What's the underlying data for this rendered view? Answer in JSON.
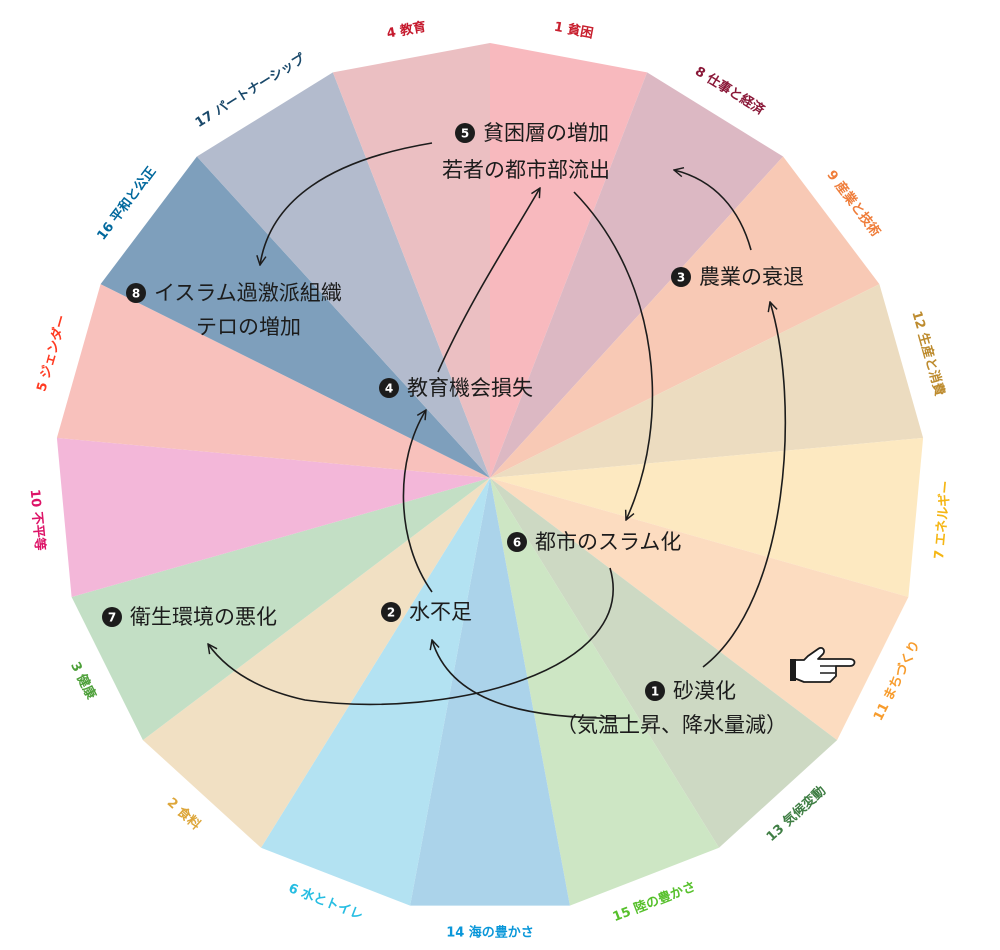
{
  "segments": [
    {
      "label": "1 貧困",
      "color": "#f8b9be",
      "text_color": "#c8202f"
    },
    {
      "label": "8 仕事と経済",
      "color": "#dcb8c3",
      "text_color": "#8a1838"
    },
    {
      "label": "9 産業と技術",
      "color": "#f8c9b5",
      "text_color": "#ef7d3a"
    },
    {
      "label": "12 生産と消費",
      "color": "#ecdcc0",
      "text_color": "#bd8b2e"
    },
    {
      "label": "7 エネルギー",
      "color": "#fde9c1",
      "text_color": "#f5b614"
    },
    {
      "label": "11 まちづくり",
      "color": "#fcdcc0",
      "text_color": "#f79c2d"
    },
    {
      "label": "13 気候変動",
      "color": "#cdd9c3",
      "text_color": "#3f7e44"
    },
    {
      "label": "15 陸の豊かさ",
      "color": "#cde6c4",
      "text_color": "#56c02b"
    },
    {
      "label": "14 海の豊かさ",
      "color": "#abd3ea",
      "text_color": "#0a97d9"
    },
    {
      "label": "6 水とトイレ",
      "color": "#b3e2f2",
      "text_color": "#26bde2"
    },
    {
      "label": "2 食料",
      "color": "#f1e0c3",
      "text_color": "#dda63a"
    },
    {
      "label": "3 健康",
      "color": "#c3dfc5",
      "text_color": "#4c9f38"
    },
    {
      "label": "10 不平等",
      "color": "#f3b7d9",
      "text_color": "#dd1367"
    },
    {
      "label": "5 ジェンダー",
      "color": "#f8c1bc",
      "text_color": "#ff3a21"
    },
    {
      "label": "16 平和と公正",
      "color": "#7e9fbc",
      "text_color": "#00689d"
    },
    {
      "label": "17 パートナーシップ",
      "color": "#b3bbcd",
      "text_color": "#19486a"
    },
    {
      "label": "4 教育",
      "color": "#ebbfc2",
      "text_color": "#c5192d"
    }
  ],
  "nodes": {
    "n1": {
      "num": "1",
      "lines": [
        "砂漠化",
        "（気温上昇、降水量減）"
      ]
    },
    "n2": {
      "num": "2",
      "lines": [
        "水不足"
      ]
    },
    "n3": {
      "num": "3",
      "lines": [
        "農業の衰退"
      ]
    },
    "n4": {
      "num": "4",
      "lines": [
        "教育機会損失"
      ]
    },
    "n5": {
      "num": "5",
      "lines": [
        "貧困層の増加",
        "若者の都市部流出"
      ]
    },
    "n6": {
      "num": "6",
      "lines": [
        "都市のスラム化"
      ]
    },
    "n7": {
      "num": "7",
      "lines": [
        "衛生環境の悪化"
      ]
    },
    "n8": {
      "num": "8",
      "lines": [
        "イスラム過激派組織",
        "テロの増加"
      ]
    }
  },
  "icons": {
    "pointer": "pointing-hand-icon"
  }
}
